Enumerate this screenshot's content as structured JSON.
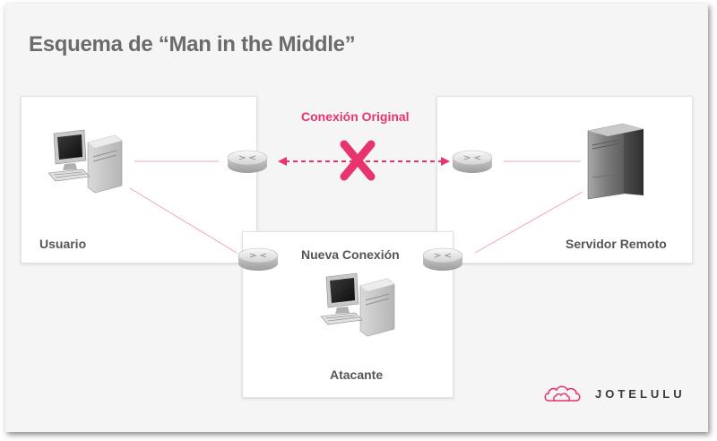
{
  "title": "Esquema de “Man in the Middle”",
  "nodes": {
    "user": "Usuario",
    "server": "Servidor Remoto",
    "attacker": "Atacante"
  },
  "connections": {
    "original": "Conexión Original",
    "new": "Nueva Conexión",
    "original_status": "blocked"
  },
  "brand": {
    "name": "JOTELULU"
  },
  "colors": {
    "accent": "#e8336d",
    "line": "#f2a3bb",
    "text": "#555555",
    "title": "#6b6b6b"
  }
}
